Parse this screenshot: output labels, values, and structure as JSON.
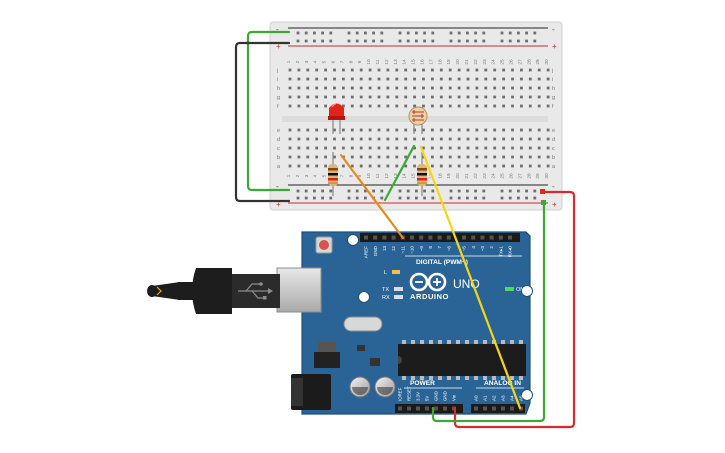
{
  "breadboard": {
    "row_letters_top": [
      "j",
      "i",
      "h",
      "g",
      "f"
    ],
    "row_letters_bottom": [
      "e",
      "d",
      "c",
      "b",
      "a"
    ],
    "column_numbers": [
      "1",
      "2",
      "3",
      "4",
      "5",
      "6",
      "7",
      "8",
      "9",
      "10",
      "11",
      "12",
      "13",
      "14",
      "15",
      "16",
      "17",
      "18",
      "19",
      "20",
      "21",
      "22",
      "23",
      "24",
      "25",
      "26",
      "27",
      "28",
      "29",
      "30"
    ],
    "rail_minus": "-",
    "rail_plus": "+"
  },
  "board": {
    "brand": "ARDUINO",
    "model": "UNO",
    "digital_label": "DIGITAL (PWM~)",
    "analog_label": "ANALOG IN",
    "power_label": "POWER",
    "on_label": "ON",
    "tx_label": "TX",
    "rx_label": "RX",
    "l_label": "L",
    "digital_pins": [
      "AREF",
      "GND",
      "13",
      "12",
      "~11",
      "~10",
      "~9",
      "8",
      "7",
      "~6",
      "~5",
      "4",
      "~3",
      "2",
      "TX▸1",
      "RX◂0"
    ],
    "power_pins": [
      "IOREF",
      "RESET",
      "3.3V",
      "5V",
      "GND",
      "GND",
      "Vin"
    ],
    "analog_pins": [
      "A0",
      "A1",
      "A2",
      "A3",
      "A4",
      "A5"
    ]
  },
  "colors": {
    "board_blue": "#2a6496",
    "wire_green": "#3aaa35",
    "wire_black": "#333333",
    "wire_red": "#d62b2b",
    "wire_orange": "#e58a1f",
    "wire_yellow": "#f2d814",
    "led_red": "#e2231a",
    "rail_red": "#cc2a2a"
  },
  "icons": {
    "usb_cable": "usb-plug-icon",
    "led": "red-led-icon",
    "photoresistor": "photoresistor-icon",
    "resistor": "resistor-icon",
    "reset": "reset-button-icon"
  }
}
